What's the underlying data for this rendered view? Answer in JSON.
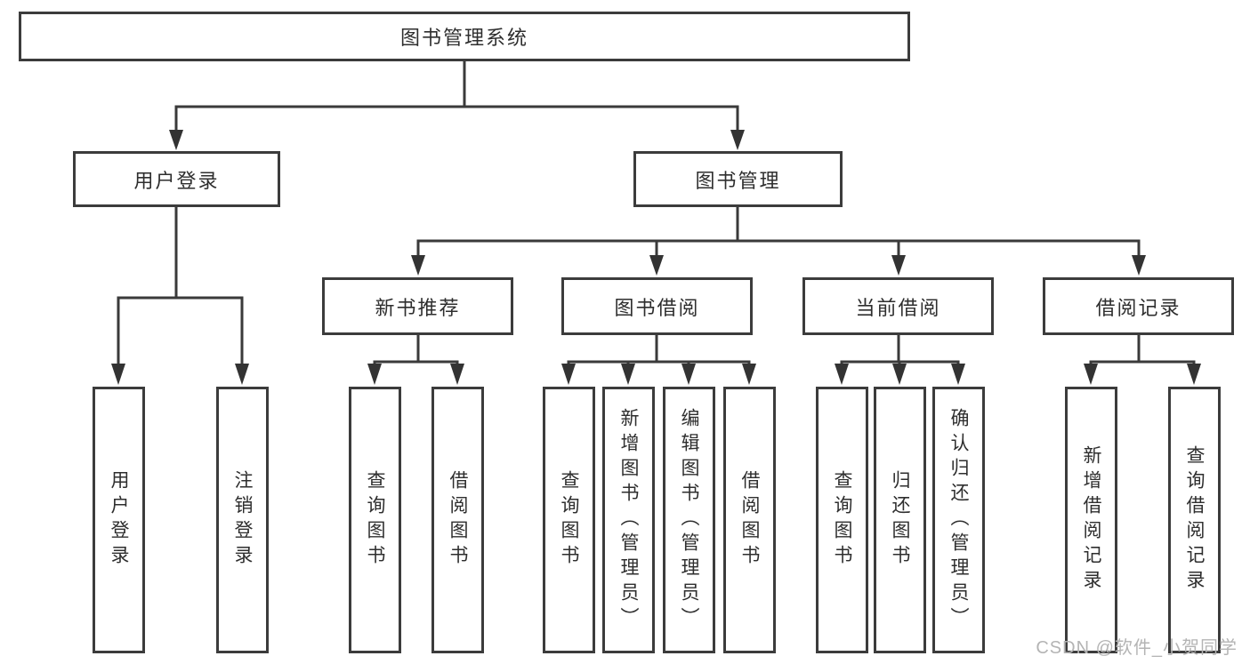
{
  "diagram_type": "hierarchy-tree",
  "tree": {
    "label": "图书管理系统",
    "children": [
      {
        "label": "用户登录",
        "children": [
          {
            "label": "用户登录"
          },
          {
            "label": "注销登录"
          }
        ]
      },
      {
        "label": "图书管理",
        "children": [
          {
            "label": "新书推荐",
            "children": [
              {
                "label": "查询图书"
              },
              {
                "label": "借阅图书"
              }
            ]
          },
          {
            "label": "图书借阅",
            "children": [
              {
                "label": "查询图书"
              },
              {
                "label": "新增图书（管理员）"
              },
              {
                "label": "编辑图书（管理员）"
              },
              {
                "label": "借阅图书"
              }
            ]
          },
          {
            "label": "当前借阅",
            "children": [
              {
                "label": "查询图书"
              },
              {
                "label": "归还图书"
              },
              {
                "label": "确认归还（管理员）"
              }
            ]
          },
          {
            "label": "借阅记录",
            "children": [
              {
                "label": "新增借阅记录"
              },
              {
                "label": "查询借阅记录"
              }
            ]
          }
        ]
      }
    ]
  },
  "watermark": {
    "text": "CSDN @软件_小贺同学"
  },
  "colors": {
    "background": "#ffffff",
    "line": "#3a3a3a",
    "arrowhead": "#333333",
    "box_border": "#3c3c3c",
    "box_fill": "#ffffff",
    "text": "#2e2e2e",
    "watermark": "#b4b4b4"
  }
}
